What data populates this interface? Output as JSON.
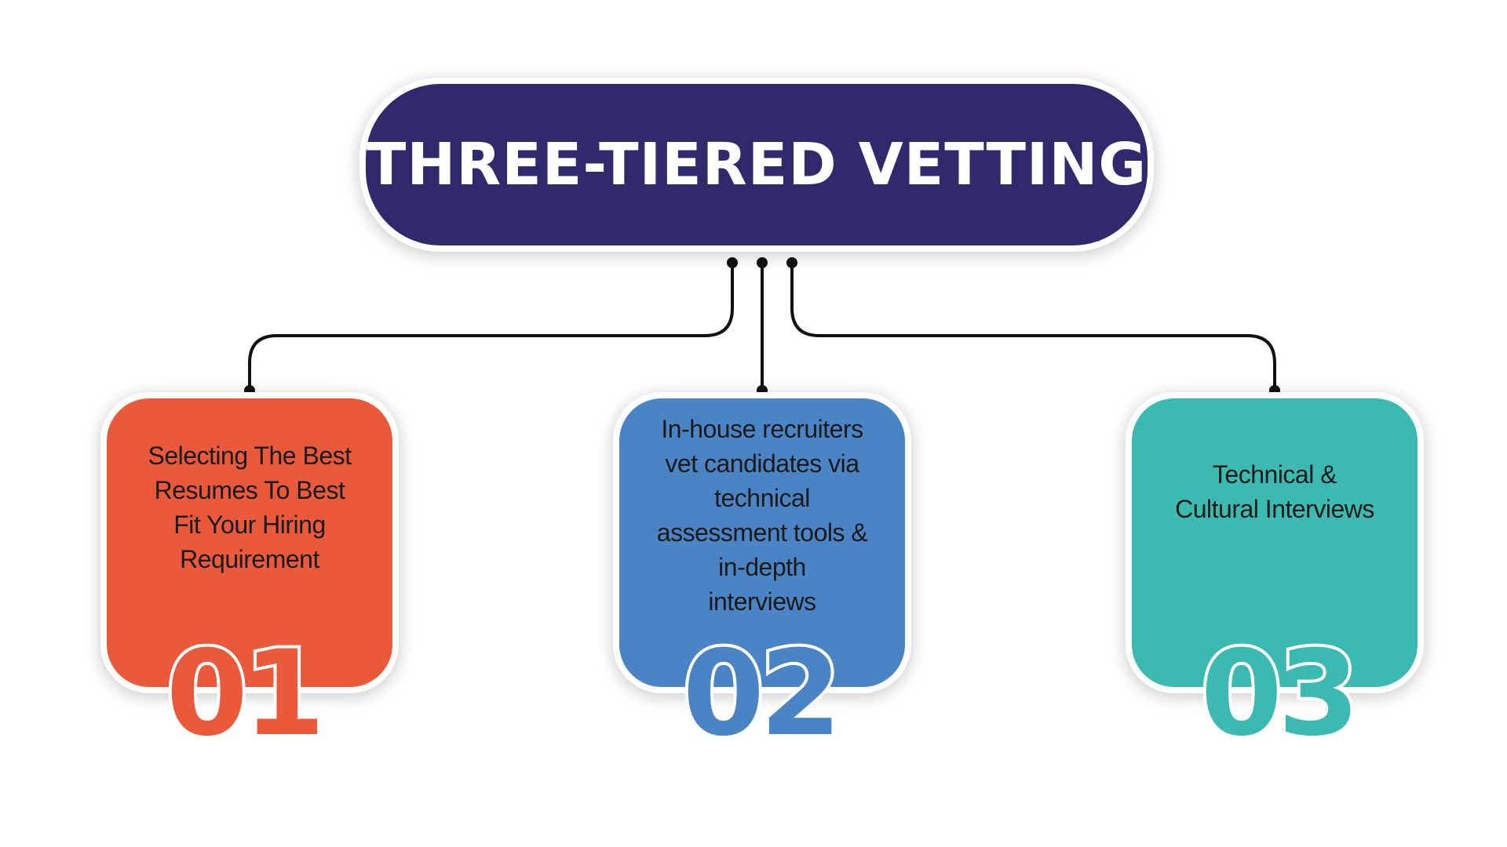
{
  "title": "THREE-TIERED VETTING",
  "colors": {
    "title_bg": "#2e2a6c",
    "connector": "#111111"
  },
  "tiers": [
    {
      "number": "01",
      "text": "Selecting The Best\nResumes To Best\nFit Your Hiring\nRequirement",
      "color": "#e85a3b"
    },
    {
      "number": "02",
      "text": "In-house recruiters\nvet candidates via\ntechnical\nassessment tools &\nin-depth\ninterviews",
      "color": "#4a84c4"
    },
    {
      "number": "03",
      "text": "Technical &\nCultural Interviews",
      "color": "#3cb9b1"
    }
  ]
}
